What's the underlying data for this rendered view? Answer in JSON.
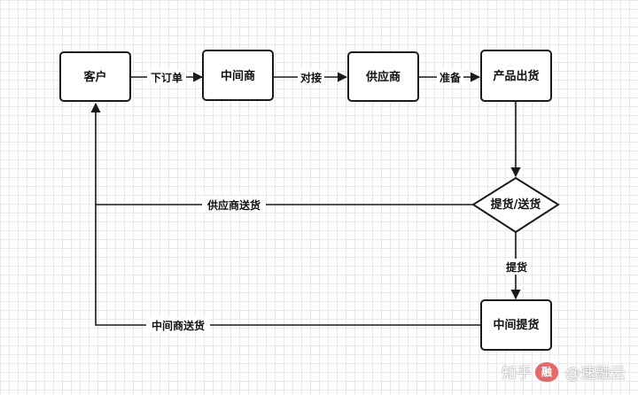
{
  "nodes": {
    "customer": "客户",
    "middleman": "中间商",
    "supplier": "供应商",
    "product_shipment": "产品出货",
    "pickup_or_delivery": "提货/送货",
    "middleman_pickup": "中间提货"
  },
  "edges": {
    "place_order": "下订单",
    "connect": "对接",
    "prepare": "准备",
    "pickup": "提货",
    "supplier_delivery": "供应商送货",
    "middleman_delivery": "中间商送货"
  },
  "watermark": {
    "platform": "知乎",
    "author": "@速融云",
    "logo_char": "融"
  },
  "colors": {
    "grid": "#e9e9e9",
    "stroke": "#1a1a1a",
    "logo": "#e46a6a"
  }
}
